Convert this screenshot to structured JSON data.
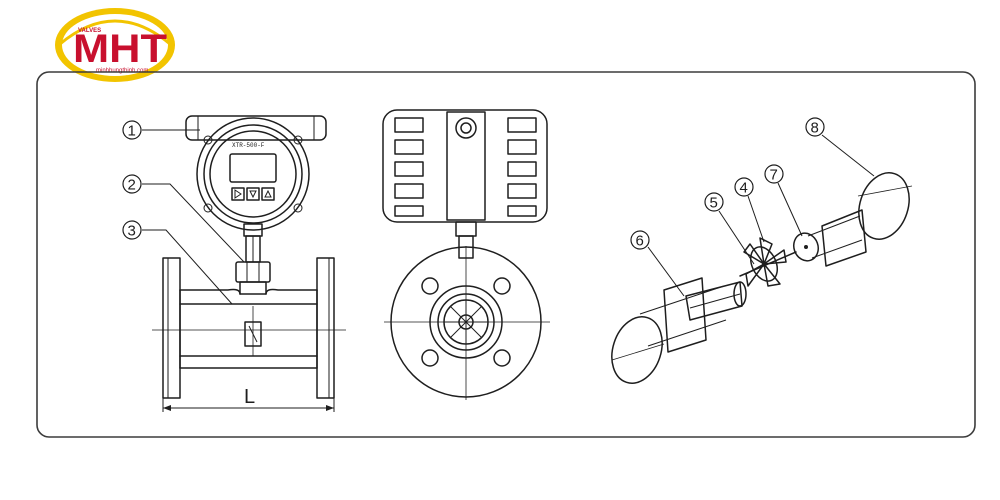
{
  "logo": {
    "brand": "MHT",
    "tagline": "VALVES",
    "url": "minhhungthinh.com",
    "colors": {
      "ring": "#f2c400",
      "text": "#c8102e",
      "inner": "#ffffff"
    }
  },
  "diagram": {
    "dimension_label": "L",
    "device_model": "XTR-500-F",
    "callouts": [
      {
        "id": "callout-1",
        "label": "1"
      },
      {
        "id": "callout-2",
        "label": "2"
      },
      {
        "id": "callout-3",
        "label": "3"
      },
      {
        "id": "callout-4",
        "label": "4"
      },
      {
        "id": "callout-5",
        "label": "5"
      },
      {
        "id": "callout-6",
        "label": "6"
      },
      {
        "id": "callout-7",
        "label": "7"
      },
      {
        "id": "callout-8",
        "label": "8"
      }
    ]
  }
}
